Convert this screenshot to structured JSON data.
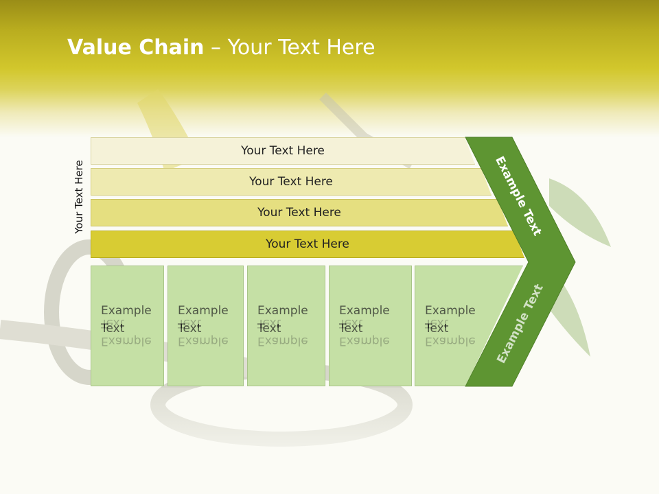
{
  "slide": {
    "title_bold": "Value Chain",
    "title_rest": " – Your Text Here",
    "side_label": "Your Text Here",
    "bars": [
      "Your Text Here",
      "Your Text Here",
      "Your Text Here",
      "Your Text Here"
    ],
    "boxes": [
      {
        "line1": "Example",
        "line2": "Text"
      },
      {
        "line1": "Example",
        "line2": "Text"
      },
      {
        "line1": "Example",
        "line2": "Text"
      },
      {
        "line1": "Example",
        "line2": "Text"
      },
      {
        "line1": "Example",
        "line2": "Text"
      }
    ],
    "chevron_top": "Example Text",
    "chevron_bottom": "Example Text"
  },
  "colors": {
    "bar_1": "#f5f2d8",
    "bar_2": "#eeeab0",
    "bar_3": "#e5df80",
    "bar_4": "#d8cc33",
    "box_fill": "#c5e0a5",
    "chevron": "#5e9532"
  }
}
